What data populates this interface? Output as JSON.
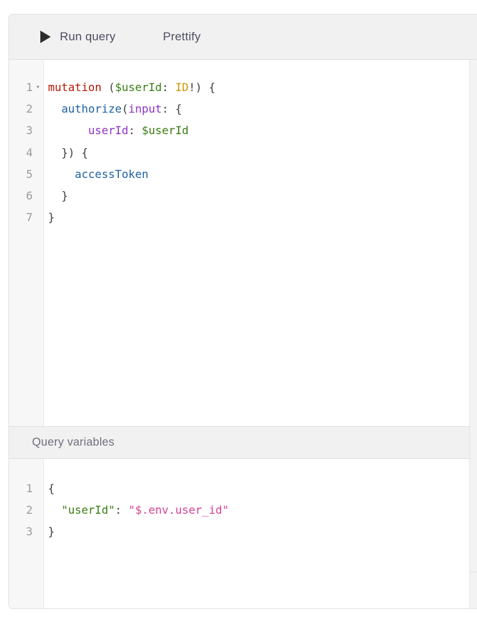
{
  "toolbar": {
    "run_label": "Run query",
    "prettify_label": "Prettify"
  },
  "variables_header": {
    "title": "Query variables"
  },
  "colors": {
    "keyword": "#b11a04",
    "punct": "#3f3f3f",
    "variable": "#397d13",
    "atom": "#ca9800",
    "field": "#1f61a0",
    "attr": "#8f33c4",
    "property": "#397d13",
    "string": "#d64292",
    "play_icon": "#2d2d2d",
    "toolbar_text": "#4d4d61",
    "line_number": "#9b9b9b"
  },
  "query_editor": {
    "lines": [
      {
        "number": "1",
        "fold": true,
        "tokens": [
          {
            "t": "mutation",
            "c": "keyword"
          },
          {
            "t": " (",
            "c": "punct"
          },
          {
            "t": "$userId",
            "c": "variable"
          },
          {
            "t": ": ",
            "c": "punct"
          },
          {
            "t": "ID",
            "c": "atom"
          },
          {
            "t": "!) {",
            "c": "punct"
          }
        ]
      },
      {
        "number": "2",
        "tokens": [
          {
            "t": "  ",
            "c": "punct"
          },
          {
            "t": "authorize",
            "c": "field"
          },
          {
            "t": "(",
            "c": "punct"
          },
          {
            "t": "input",
            "c": "attr"
          },
          {
            "t": ": {",
            "c": "punct"
          }
        ]
      },
      {
        "number": "3",
        "tokens": [
          {
            "t": "      ",
            "c": "punct"
          },
          {
            "t": "userId",
            "c": "attr"
          },
          {
            "t": ": ",
            "c": "punct"
          },
          {
            "t": "$userId",
            "c": "variable"
          }
        ]
      },
      {
        "number": "4",
        "tokens": [
          {
            "t": "  }) {",
            "c": "punct"
          }
        ]
      },
      {
        "number": "5",
        "tokens": [
          {
            "t": "    ",
            "c": "punct"
          },
          {
            "t": "accessToken",
            "c": "field"
          }
        ]
      },
      {
        "number": "6",
        "tokens": [
          {
            "t": "  }",
            "c": "punct"
          }
        ]
      },
      {
        "number": "7",
        "tokens": [
          {
            "t": "}",
            "c": "punct"
          }
        ]
      }
    ]
  },
  "variables_editor": {
    "lines": [
      {
        "number": "1",
        "tokens": [
          {
            "t": "{",
            "c": "punct"
          }
        ]
      },
      {
        "number": "2",
        "tokens": [
          {
            "t": "  ",
            "c": "punct"
          },
          {
            "t": "\"userId\"",
            "c": "property"
          },
          {
            "t": ": ",
            "c": "punct"
          },
          {
            "t": "\"$.env.user_id\"",
            "c": "string"
          }
        ]
      },
      {
        "number": "3",
        "tokens": [
          {
            "t": "}",
            "c": "punct"
          }
        ]
      }
    ]
  }
}
